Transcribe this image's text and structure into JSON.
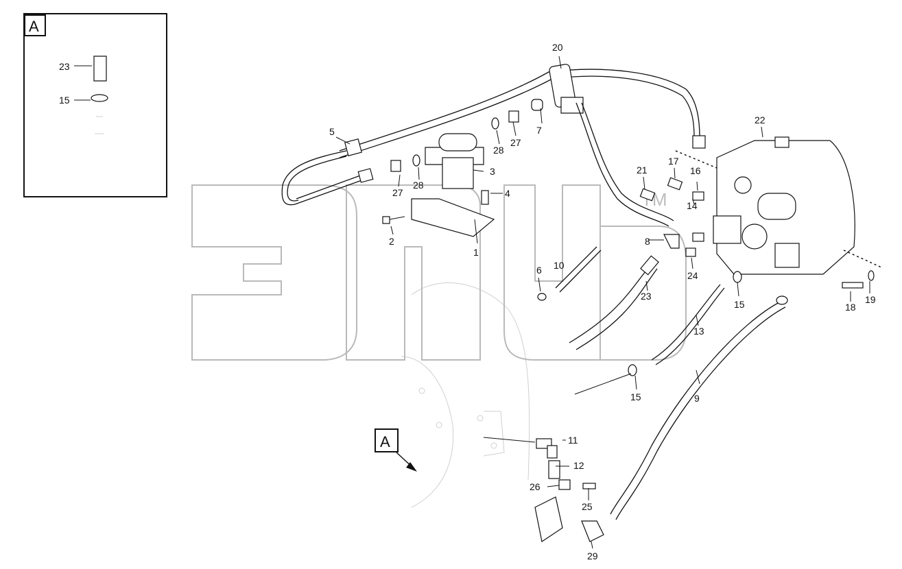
{
  "inset": {
    "letter": "A",
    "labels": {
      "l23": "23",
      "l15": "15"
    }
  },
  "view_marker": "A",
  "watermark": {
    "text": "элб",
    "mark": "TM"
  },
  "part_labels": {
    "p1": "1",
    "p2": "2",
    "p3": "3",
    "p4": "4",
    "p5": "5",
    "p6": "6",
    "p7": "7",
    "p8": "8",
    "p9": "9",
    "p10": "10",
    "p11": "11",
    "p12": "12",
    "p13": "13",
    "p14": "14",
    "p15a": "15",
    "p15b": "15",
    "p16": "16",
    "p17": "17",
    "p18": "18",
    "p19": "19",
    "p20": "20",
    "p21": "21",
    "p22": "22",
    "p23": "23",
    "p24": "24",
    "p25": "25",
    "p26": "26",
    "p27a": "27",
    "p27b": "27",
    "p28a": "28",
    "p28b": "28",
    "p29": "29"
  }
}
